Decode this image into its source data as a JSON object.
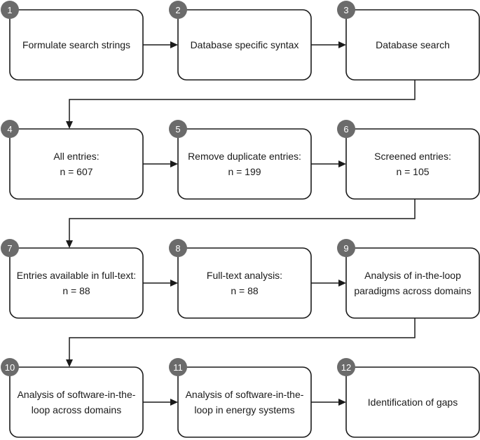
{
  "steps": [
    {
      "num": "1",
      "lines": [
        "Formulate search strings"
      ]
    },
    {
      "num": "2",
      "lines": [
        "Database specific syntax"
      ]
    },
    {
      "num": "3",
      "lines": [
        "Database search"
      ]
    },
    {
      "num": "4",
      "lines": [
        "All entries:",
        "n = 607"
      ]
    },
    {
      "num": "5",
      "lines": [
        "Remove duplicate entries:",
        "n = 199"
      ]
    },
    {
      "num": "6",
      "lines": [
        "Screened entries:",
        "n = 105"
      ]
    },
    {
      "num": "7",
      "lines": [
        "Entries available in full-text:",
        "n = 88"
      ]
    },
    {
      "num": "8",
      "lines": [
        "Full-text analysis:",
        "n = 88"
      ]
    },
    {
      "num": "9",
      "lines": [
        "Analysis of in-the-loop",
        "paradigms across domains"
      ]
    },
    {
      "num": "10",
      "lines": [
        "Analysis of software-in-the-",
        "loop across domains"
      ]
    },
    {
      "num": "11",
      "lines": [
        "Analysis of software-in-the-",
        "loop in energy systems"
      ]
    },
    {
      "num": "12",
      "lines": [
        "Identification of gaps"
      ]
    }
  ]
}
